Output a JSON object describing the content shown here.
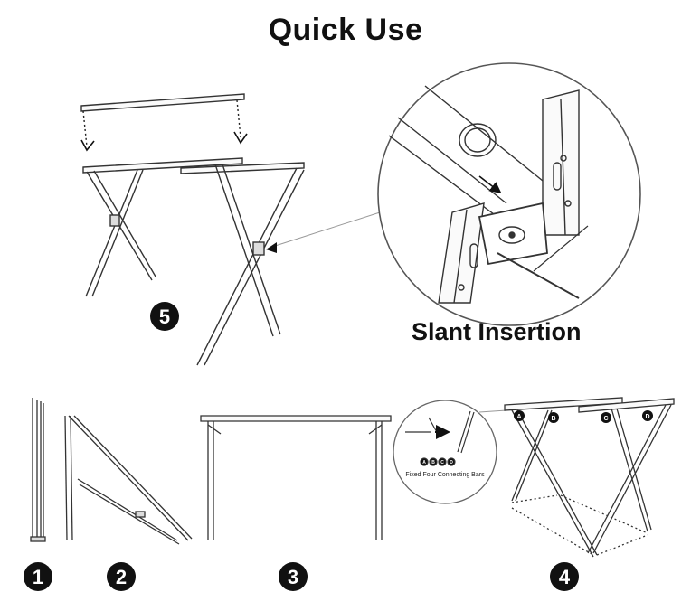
{
  "title": "Quick Use",
  "detail_caption": "Slant Insertion",
  "steps": [
    "1",
    "2",
    "3",
    "4",
    "5"
  ],
  "step4_inset": {
    "labels": [
      "A",
      "B",
      "C",
      "D"
    ],
    "note": "Fixed Four Connecting Bars"
  },
  "rack_labels": [
    "A",
    "B",
    "C",
    "D"
  ]
}
